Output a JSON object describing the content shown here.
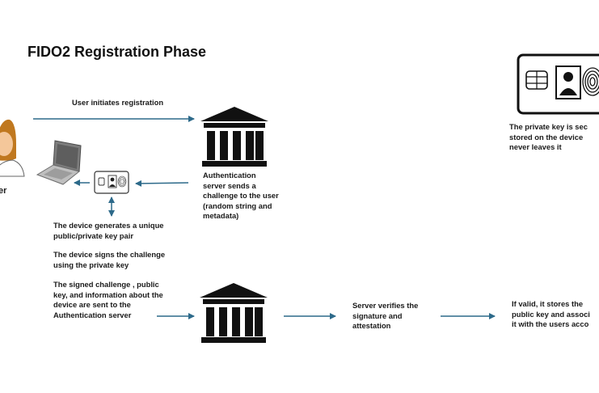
{
  "title": "FIDO2 Registration Phase",
  "user_label": "er",
  "colors": {
    "arrow": "#2d6a8a",
    "ink": "#111111",
    "skin": "#f4c79a",
    "hair": "#c0781f"
  },
  "icons": {
    "user": "user-avatar-icon",
    "laptop": "laptop-icon",
    "device": "authenticator-device-icon",
    "server_top": "bank-server-icon",
    "server_bottom": "bank-server-icon",
    "card": "security-card-icon",
    "chip": "chip-icon",
    "person": "person-icon",
    "fingerprint": "fingerprint-icon"
  },
  "labels": {
    "initiate": "User initiates registration",
    "server_challenge": "Authentication\nserver sends a\nchallenge to the user\n(random string and\nmetadata)",
    "generate_keys": "The device generates a unique\npublic/private key pair",
    "sign_challenge": "The device signs the challenge\nusing the private key",
    "send_signed": "The signed challenge , public\nkey, and information about the\ndevice are sent to the\nAuthentication server",
    "verify": "Server verifies the\nsignature and\nattestation",
    "store": "If valid, it stores the\npublic key and associ\nit with the users acco",
    "private_key_note": "The private key is sec\nstored on the device\nnever leaves it"
  }
}
